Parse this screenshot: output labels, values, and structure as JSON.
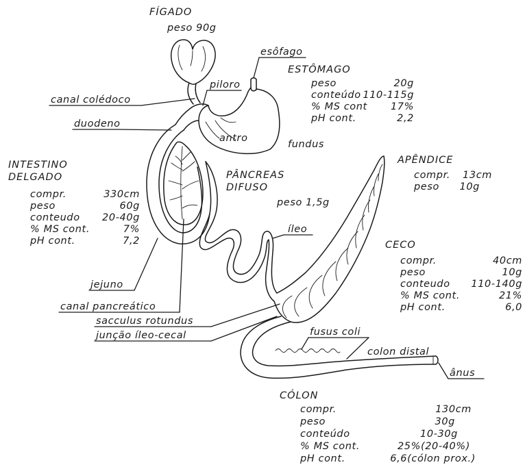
{
  "figado": {
    "title": "FÍGADO",
    "peso": "peso 90g"
  },
  "labels": {
    "esofago": "esôfago",
    "piloro": "piloro",
    "canal_coledoco": "canal colédoco",
    "duodeno": "duodeno",
    "antro": "antro",
    "fundus": "fundus",
    "ileo": "íleo",
    "jejuno": "jejuno",
    "canal_pancreatico": "canal pancreático",
    "sacculus_rotundus": "sacculus rotundus",
    "juncao_ileo_cecal": "junção íleo-cecal",
    "fusus_coli": "fusus coli",
    "colon_distal": "colon distal",
    "anus": "ânus"
  },
  "estomago": {
    "title": "ESTÔMAGO",
    "rows": [
      {
        "label": "peso",
        "value": "20g"
      },
      {
        "label": "conteúdo",
        "value": "110-115g"
      },
      {
        "label": "% MS cont",
        "value": "17%"
      },
      {
        "label": "pH cont.",
        "value": "2,2"
      }
    ]
  },
  "intestino": {
    "title1": "INTESTINO",
    "title2": "DELGADO",
    "rows": [
      {
        "label": "compr.",
        "value": "330cm"
      },
      {
        "label": "peso",
        "value": "60g"
      },
      {
        "label": "conteudo",
        "value": "20-40g"
      },
      {
        "label": "% MS cont.",
        "value": "7%"
      },
      {
        "label": "pH cont.",
        "value": "7,2"
      }
    ]
  },
  "pancreas": {
    "title1": "PÂNCREAS",
    "title2": "DIFUSO",
    "peso": "peso 1,5g"
  },
  "apendice": {
    "title": "APÊNDICE",
    "rows": [
      {
        "label": "compr.",
        "value": "13cm"
      },
      {
        "label": "peso",
        "value": "10g"
      }
    ]
  },
  "ceco": {
    "title": "CECO",
    "rows": [
      {
        "label": "compr.",
        "value": "40cm"
      },
      {
        "label": "peso",
        "value": "10g"
      },
      {
        "label": "conteudo",
        "value": "110-140g"
      },
      {
        "label": "% MS cont.",
        "value": "21%"
      },
      {
        "label": "pH cont.",
        "value": "6,0"
      }
    ]
  },
  "colon": {
    "title": "CÓLON",
    "rows": [
      {
        "label": "compr.",
        "value": "130cm"
      },
      {
        "label": "peso",
        "value": "30g"
      },
      {
        "label": "conteúdo",
        "value": "10-30g"
      },
      {
        "label": "% MS cont.",
        "value": "25%(20-40%)"
      },
      {
        "label": "pH cont.",
        "value": "6,6(cólon prox.)"
      }
    ]
  }
}
